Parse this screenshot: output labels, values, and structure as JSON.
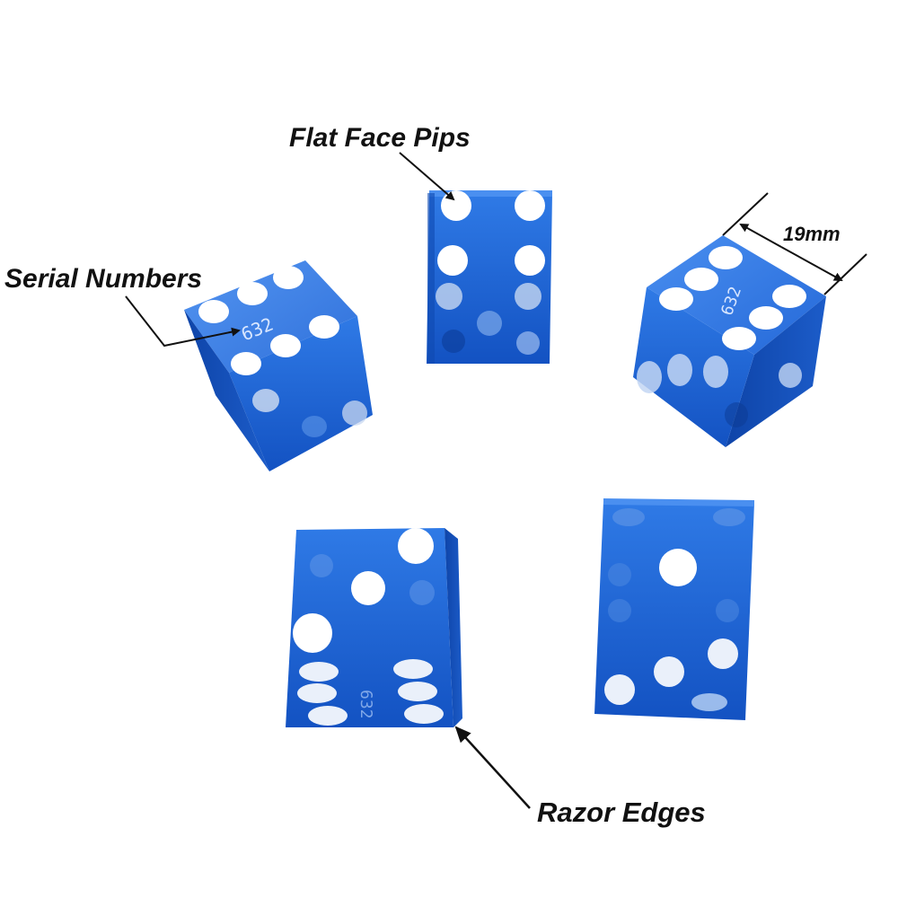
{
  "annotations": {
    "flat_face_pips": "Flat Face Pips",
    "serial_numbers": "Serial Numbers",
    "dimension": "19mm",
    "razor_edges": "Razor Edges"
  },
  "dice": {
    "serial": "632"
  },
  "colors": {
    "die_blue": "#1d5fd0",
    "die_blue_dark": "#0b3e9e",
    "die_blue_light": "#3f86ea",
    "pip": "#ffffff",
    "label": "#111111",
    "background": "#ffffff"
  }
}
